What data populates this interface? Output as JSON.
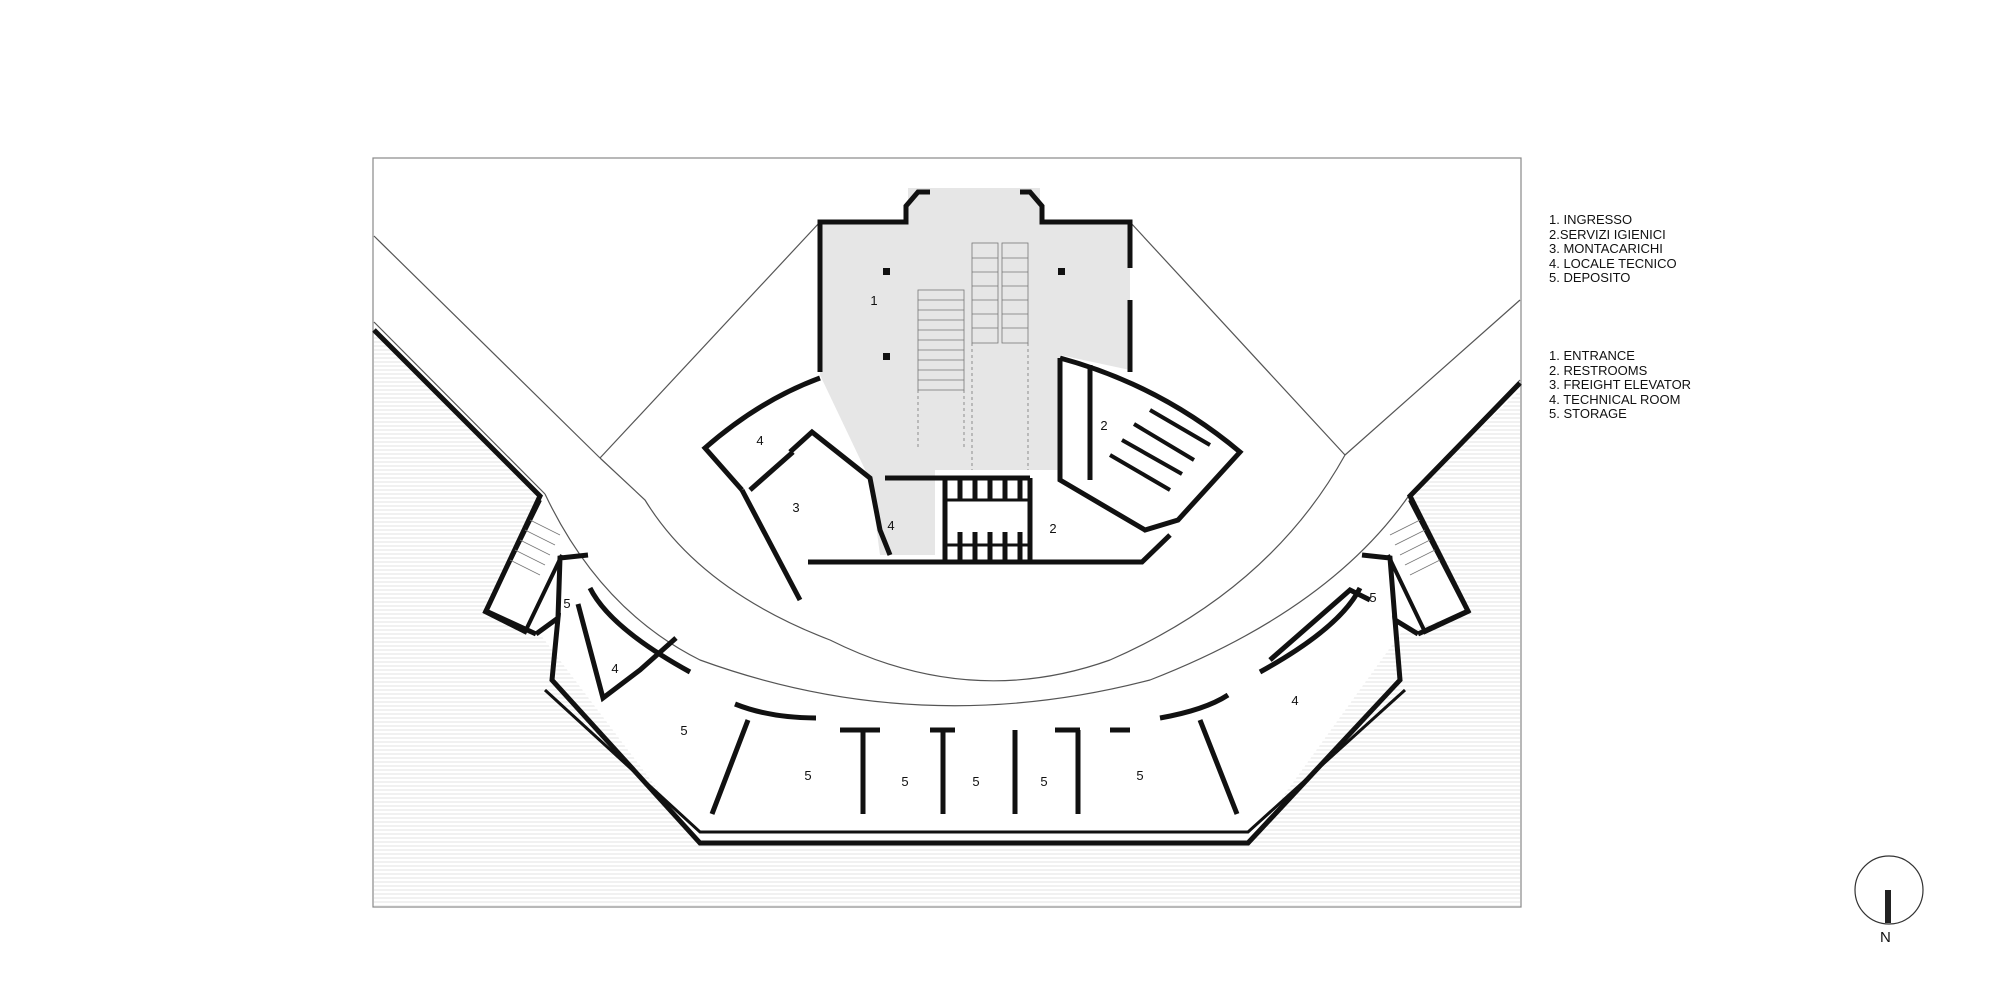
{
  "legend_it": [
    "1. INGRESSO",
    "2.SERVIZI IGIENICI",
    "3. MONTACARICHI",
    "4. LOCALE TECNICO",
    "5. DEPOSITO"
  ],
  "legend_en": [
    "1. ENTRANCE",
    "2. RESTROOMS",
    "3. FREIGHT ELEVATOR",
    "4. TECHNICAL ROOM",
    "5. STORAGE"
  ],
  "rooms": {
    "entrance": "1",
    "restrooms_a": "2",
    "restrooms_b": "2",
    "elevator": "3",
    "tech_a": "4",
    "tech_b": "4",
    "tech_c": "4",
    "tech_d": "4",
    "storage_1": "5",
    "storage_2": "5",
    "storage_3": "5",
    "storage_4": "5",
    "storage_5": "5",
    "storage_6": "5",
    "storage_7": "5",
    "storage_8": "5"
  },
  "north_label": "N",
  "colors": {
    "wall": "#111111",
    "entrance_fill": "#e6e6e6",
    "thin_line": "#555555"
  }
}
